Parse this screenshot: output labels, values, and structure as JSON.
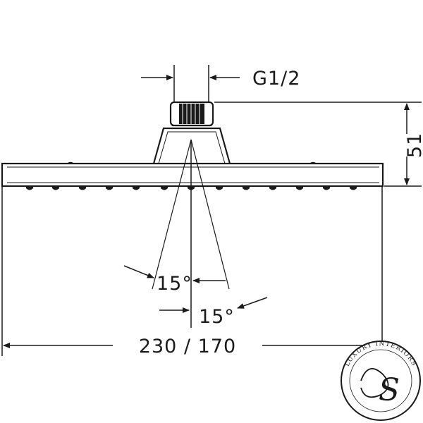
{
  "diagram": {
    "thread_label": "G1/2",
    "height_label": "51",
    "angle_label_upper": "15°",
    "angle_label_lower": "15°",
    "width_label": "230 / 170",
    "line_color": "#1a1a1a",
    "background_color": "#ffffff"
  },
  "watermark": {
    "text": "LUXURY INTERIORS",
    "monogram": "S"
  }
}
